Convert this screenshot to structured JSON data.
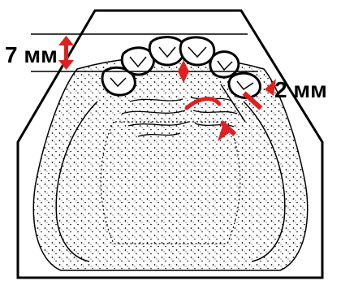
{
  "labels": {
    "left_dimension": "7 мм",
    "right_dimension": "2 мм"
  },
  "colors": {
    "outline": "#000000",
    "accent": "#e02020",
    "background": "#ffffff"
  },
  "icons": {
    "arrow": "double-headed-arrow",
    "teeth": "tooth-outline",
    "palate": "stippled-palate"
  }
}
